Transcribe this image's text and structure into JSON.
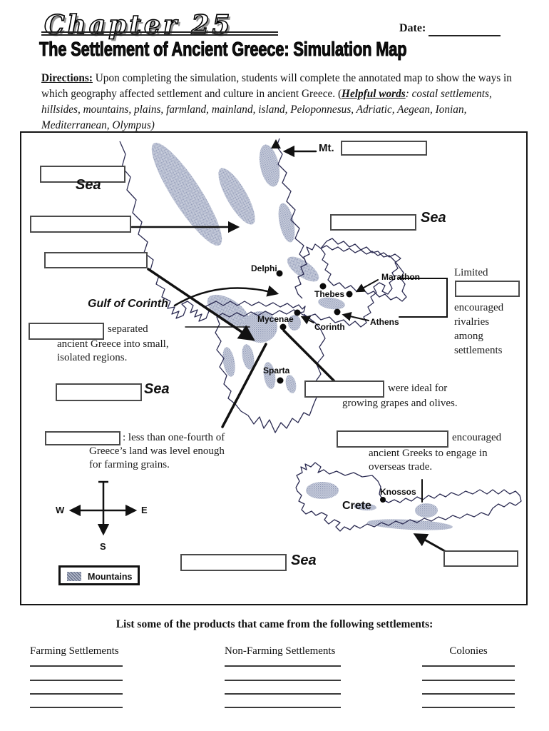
{
  "header": {
    "chapter_logo": "Chapter 25",
    "date_label": "Date:",
    "title": "The Settlement of Ancient Greece: Simulation Map"
  },
  "directions": {
    "label": "Directions:",
    "text": "  Upon completing the simulation, students will complete the annotated map to show the ways in which geography affected settlement and culture in ancient Greece.  (",
    "helpful_label": "Helpful words",
    "helpful_text": ": costal settlements, hillsides, mountains, plains, farmland, mainland, island, Peloponnesus, Adriatic, Aegean, Ionian, Mediterranean, Olympus)"
  },
  "map": {
    "mt_label": "Mt.",
    "gulf_label": "Gulf of Corinth",
    "crete_label": "Crete",
    "sea_labels": {
      "nw": "Sea",
      "east": "Sea",
      "sw": "Sea",
      "south": "Sea"
    },
    "cities": {
      "delphi": "Delphi",
      "thebes": "Thebes",
      "marathon": "Marathon",
      "athens": "Athens",
      "corinth": "Corinth",
      "mycenae": "Mycenae",
      "sparta": "Sparta",
      "knossos": "Knossos"
    },
    "annotations": {
      "separated": {
        "after_blank": "separated",
        "line2": "ancient Greece into small,",
        "line3": "isolated regions."
      },
      "limited": {
        "line1": "Limited",
        "line2": "encouraged",
        "line3": "rivalries",
        "line4": "among",
        "line5": "settlements"
      },
      "ideal": {
        "after_blank": "were ideal for",
        "line2": "growing grapes and olives."
      },
      "plains": {
        "after_blank": ": less than one-fourth of",
        "line2": "Greece’s land was level enough",
        "line3": "for farming grains."
      },
      "trade": {
        "after_blank": "encouraged",
        "line2": "ancient Greeks to engage in",
        "line3": "overseas trade."
      }
    },
    "compass": {
      "w": "W",
      "e": "E",
      "s": "S"
    },
    "legend": {
      "mountains": "Mountains"
    }
  },
  "bottom": {
    "heading": "List some of the products that came from the following settlements:",
    "columns": [
      {
        "label": "Farming Settlements"
      },
      {
        "label": "Non-Farming Settlements"
      },
      {
        "label": "Colonies"
      }
    ],
    "lines_per_column": 4
  },
  "colors": {
    "coastline": "#2b2b52",
    "mountain_fill": "#cdd2df",
    "mountain_stipple": "#8f98b5",
    "box_border": "#4a4a4a",
    "ink": "#000000"
  }
}
